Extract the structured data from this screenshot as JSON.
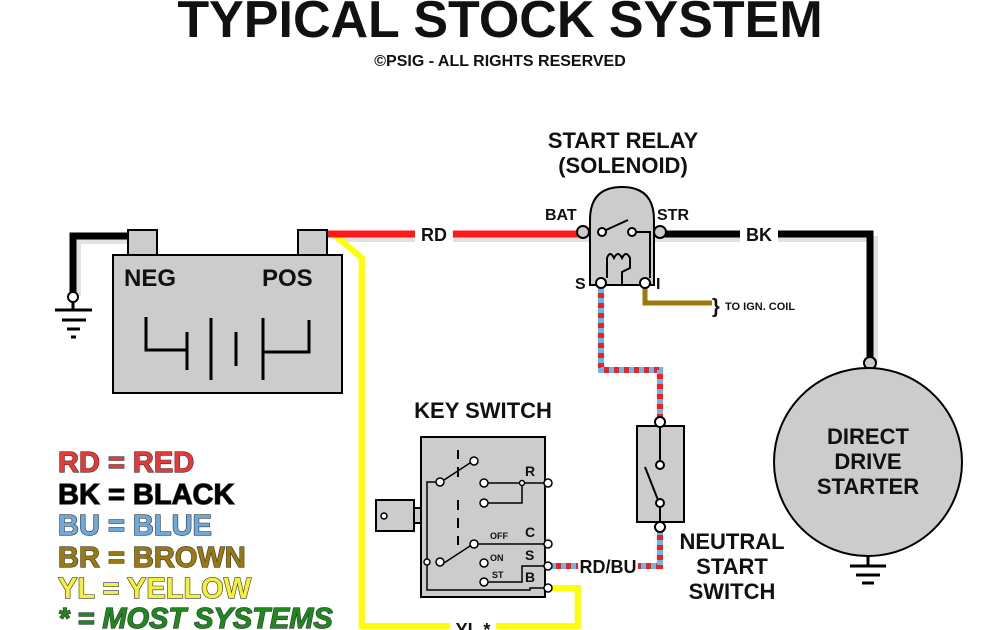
{
  "title": "TYPICAL STOCK SYSTEM",
  "subtitle": "©PSIG - ALL RIGHTS RESERVED",
  "battery": {
    "neg": "NEG",
    "pos": "POS"
  },
  "relay": {
    "title1": "START RELAY",
    "title2": "(SOLENOID)",
    "bat": "BAT",
    "str": "STR",
    "s": "S",
    "i": "I",
    "ign": "TO IGN. COIL"
  },
  "wires": {
    "rd": "RD",
    "bk": "BK",
    "rdbu": "RD/BU",
    "yl": "YL *"
  },
  "key_switch": {
    "title": "KEY SWITCH",
    "r": "R",
    "c": "C",
    "s": "S",
    "b": "B",
    "off": "OFF",
    "on": "ON",
    "st": "ST"
  },
  "neutral": {
    "line1": "NEUTRAL",
    "line2": "START",
    "line3": "SWITCH"
  },
  "starter": {
    "line1": "DIRECT",
    "line2": "DRIVE",
    "line3": "STARTER"
  },
  "legend": [
    {
      "text": "RD = RED",
      "color": "#e8393a"
    },
    {
      "text": "BK = BLACK",
      "color": "#000000"
    },
    {
      "text": "BU = BLUE",
      "color": "#6fa8dc"
    },
    {
      "text": "BR = BROWN",
      "color": "#9a7a10"
    },
    {
      "text": "YL = YELLOW",
      "color": "#f5f03a"
    },
    {
      "text": "* = MOST SYSTEMS",
      "color": "#1e8a1e"
    }
  ],
  "colors": {
    "red": "#ff1a1a",
    "black": "#000000",
    "blue": "#6fb4e8",
    "brown": "#9a7a10",
    "yellow": "#ffff00",
    "component": "#cccccc"
  }
}
